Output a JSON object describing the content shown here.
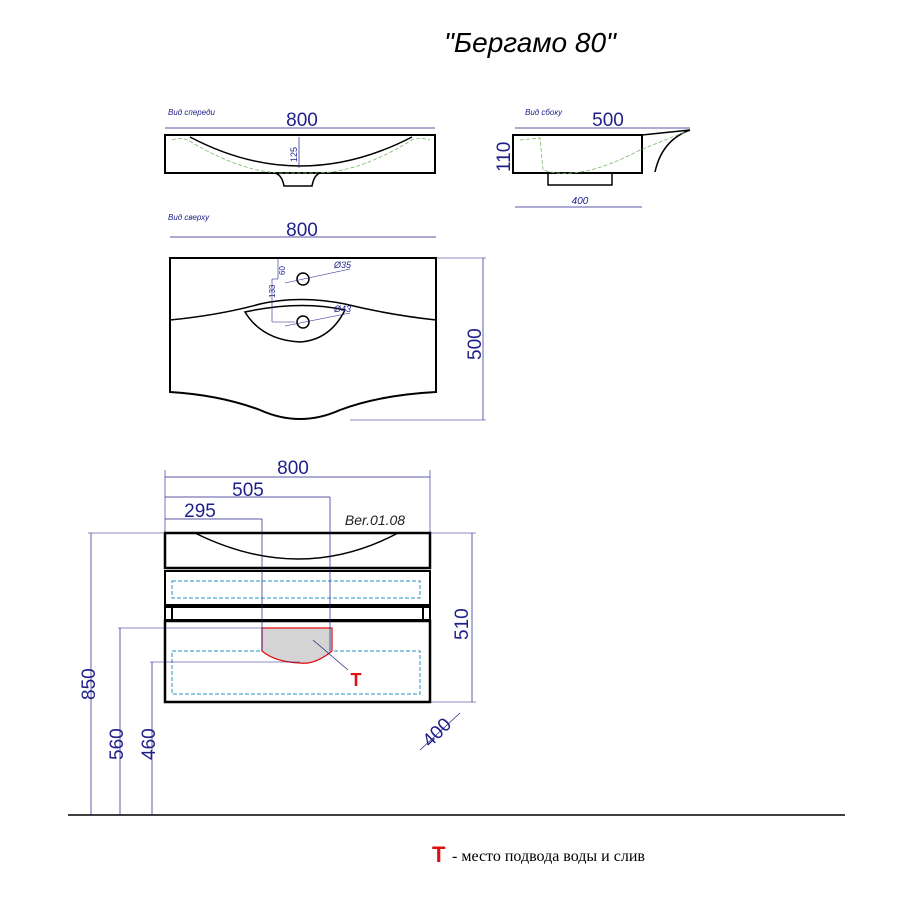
{
  "title": "\"Бергамо 80\"",
  "front_view": {
    "label": "Вид спереди",
    "width": "800",
    "depth": "125"
  },
  "side_view": {
    "label": "Вид сбоку",
    "length": "500",
    "height": "110",
    "base": "400"
  },
  "top_view": {
    "label": "Вид сверху",
    "width": "800",
    "length": "500",
    "hole1_diameter": "Ø35",
    "hole2_diameter": "Ø43",
    "hole1_offset": "60",
    "hole2_offset": "133"
  },
  "cabinet": {
    "width": "800",
    "offset_505": "505",
    "offset_295": "295",
    "model_code": "Ber.01.08",
    "height_total": "850",
    "height_560": "560",
    "height_460": "460",
    "cabinet_height": "510",
    "depth": "400",
    "marker": "T"
  },
  "legend": {
    "marker": "Т",
    "text": "- место подвода воды и слив"
  },
  "colors": {
    "dimension": "#1f1f8a",
    "marker": "#e01010",
    "dashed_green": "#7ab86a",
    "dashed_blue": "#2a8fc0"
  }
}
